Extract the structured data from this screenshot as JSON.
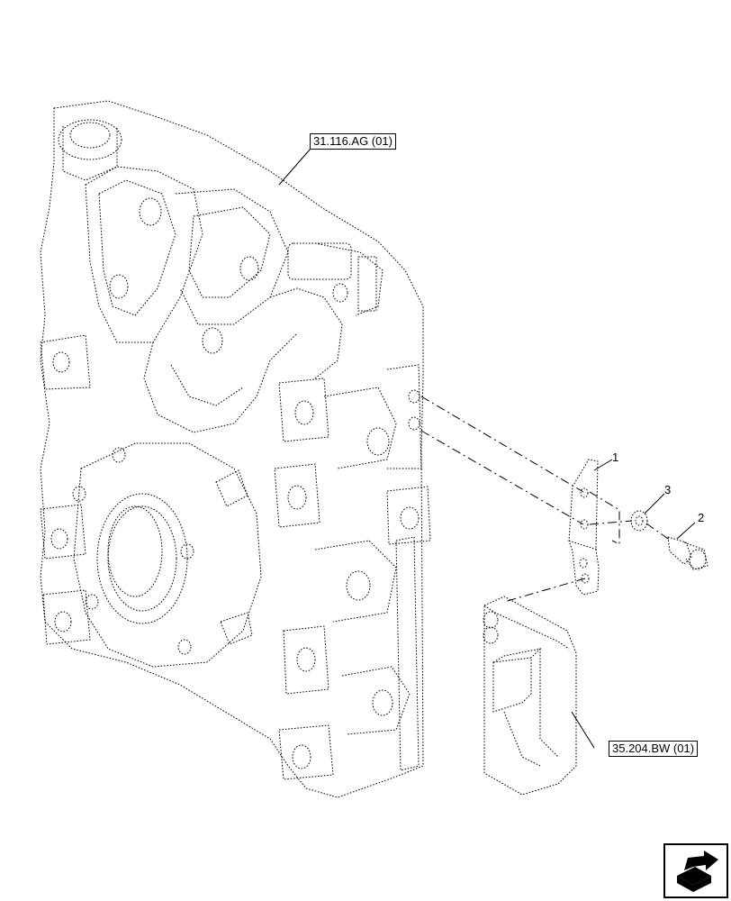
{
  "references": {
    "front_cover": "31.116.AG (01)",
    "lower_cover": "35.204.BW (01)"
  },
  "callouts": {
    "bracket": "1",
    "bolt": "2",
    "washer": "3"
  },
  "icons": {
    "corner_nav": "next-page-arrow-icon"
  },
  "colors": {
    "line": "#000000",
    "background": "#ffffff"
  }
}
